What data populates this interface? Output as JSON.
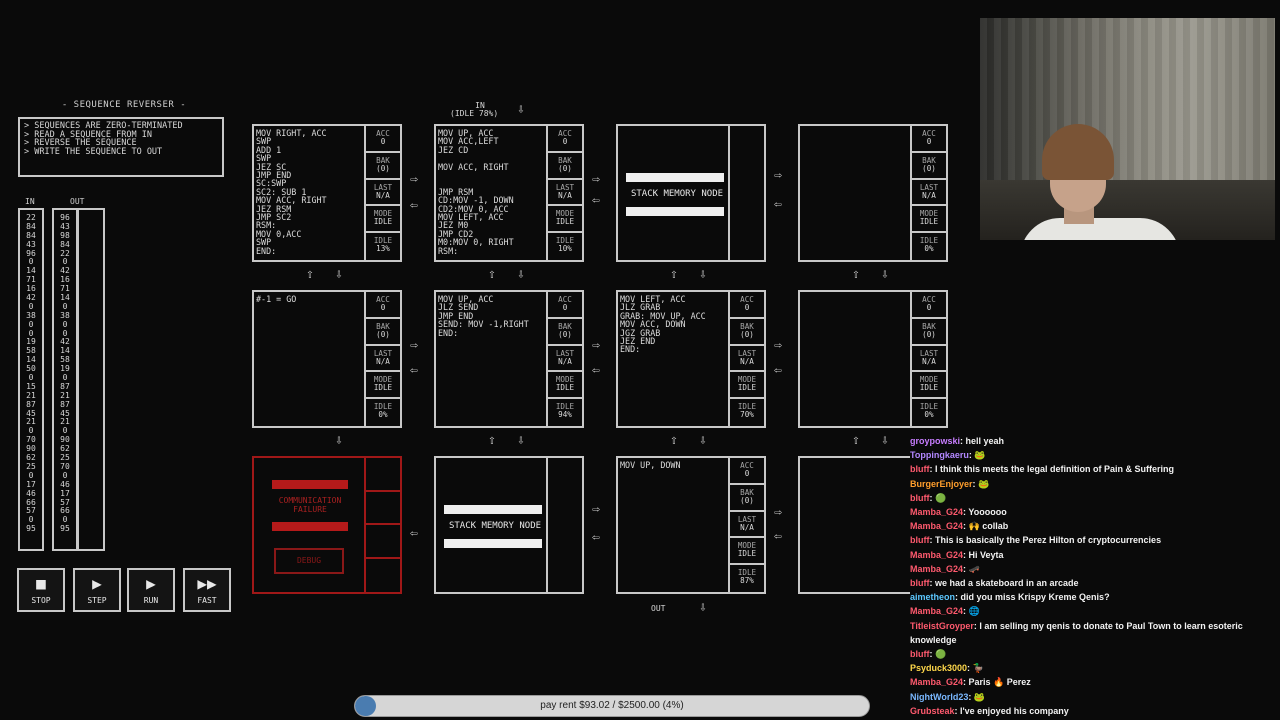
{
  "puzzle": {
    "title": "- SEQUENCE REVERSER -",
    "description": "> SEQUENCES ARE ZERO-TERMINATED\n> READ A SEQUENCE FROM IN\n> REVERSE THE SEQUENCE\n> WRITE THE SEQUENCE TO OUT",
    "in_label": "IN",
    "out_label": "OUT",
    "in_values": [
      "22",
      "84",
      "84",
      "43",
      "96",
      "0",
      "14",
      "71",
      "16",
      "42",
      "0",
      "38",
      "0",
      "0",
      "19",
      "58",
      "14",
      "50",
      "0",
      "15",
      "21",
      "87",
      "45",
      "21",
      "0",
      "70",
      "90",
      "62",
      "25",
      "0",
      "17",
      "46",
      "66",
      "57",
      "0",
      "95"
    ],
    "out_values": [
      "96",
      "43",
      "98",
      "84",
      "22",
      "0",
      "42",
      "16",
      "71",
      "14",
      "0",
      "38",
      "0",
      "0",
      "42",
      "14",
      "58",
      "19",
      "0",
      "87",
      "21",
      "87",
      "45",
      "21",
      "0",
      "90",
      "62",
      "25",
      "70",
      "0",
      "46",
      "17",
      "57",
      "66",
      "0",
      "95"
    ]
  },
  "controls": [
    {
      "label": "STOP",
      "icon": "■"
    },
    {
      "label": "STEP",
      "icon": "▶"
    },
    {
      "label": "RUN",
      "icon": "▶"
    },
    {
      "label": "FAST",
      "icon": "▶▶"
    }
  ],
  "labels": {
    "in_top": "IN",
    "in_top_idle": "(IDLE 78%)",
    "out_bottom": "OUT",
    "stack_memory": "STACK MEMORY NODE",
    "failure": "COMMUNICATION\nFAILURE",
    "debug": "DEBUG",
    "reg_acc": "ACC",
    "reg_bak": "BAK",
    "reg_last": "LAST",
    "reg_mode": "MODE",
    "reg_idle": "IDLE"
  },
  "nodes": {
    "n1": {
      "code": "MOV RIGHT, ACC\nSWP\nADD 1\nSWP\nJEZ SC\nJMP END\nSC:SWP\nSC2: SUB 1\nMOV ACC, RIGHT\nJEZ RSM\nJMP SC2\nRSM:\nMOV 0,ACC\nSWP\nEND:",
      "acc": "0",
      "bak": "(0)",
      "last": "N/A",
      "mode": "IDLE",
      "idle": "13%"
    },
    "n2": {
      "code": "MOV UP, ACC\nMOV ACC,LEFT\nJEZ CD\n\nMOV ACC, RIGHT\n\n\nJMP RSM\nCD:MOV -1, DOWN\nCD2:MOV 0, ACC\nMOV LEFT, ACC\nJEZ M0\nJMP CD2\nM0:MOV 0, RIGHT\nRSM:",
      "acc": "0",
      "bak": "(0)",
      "last": "N/A",
      "mode": "IDLE",
      "idle": "10%"
    },
    "n4": {
      "code": "",
      "acc": "0",
      "bak": "(0)",
      "last": "N/A",
      "mode": "IDLE",
      "idle": "0%"
    },
    "n5": {
      "code": "#-1 = GO",
      "acc": "0",
      "bak": "(0)",
      "last": "N/A",
      "mode": "IDLE",
      "idle": "0%"
    },
    "n6": {
      "code": "MOV UP, ACC\nJLZ SEND\nJMP END\nSEND: MOV -1,RIGHT\nEND:",
      "acc": "0",
      "bak": "(0)",
      "last": "N/A",
      "mode": "IDLE",
      "idle": "94%"
    },
    "n7": {
      "code": "MOV LEFT, ACC\nJLZ GRAB\nGRAB: MOV UP, ACC\nMOV ACC, DOWN\nJGZ GRAB\nJEZ END\nEND:",
      "acc": "0",
      "bak": "(0)",
      "last": "N/A",
      "mode": "IDLE",
      "idle": "70%"
    },
    "n8": {
      "code": "",
      "acc": "0",
      "bak": "(0)",
      "last": "N/A",
      "mode": "IDLE",
      "idle": "0%"
    },
    "n11": {
      "code": "MOV UP, DOWN",
      "acc": "0",
      "bak": "(0)",
      "last": "N/A",
      "mode": "IDLE",
      "idle": "87%"
    }
  },
  "chat": [
    {
      "user": "groypowski",
      "color": "#c77dff",
      "text": "hell yeah"
    },
    {
      "user": "Toppingkaeru",
      "color": "#b388ff",
      "text": "🐸"
    },
    {
      "user": "bluff",
      "color": "#ff5a6e",
      "text": "I think this meets the legal definition of Pain & Suffering"
    },
    {
      "user": "BurgerEnjoyer",
      "color": "#ff9e2c",
      "text": "🐸"
    },
    {
      "user": "bluff",
      "color": "#ff5a6e",
      "text": "🟢"
    },
    {
      "user": "Mamba_G24",
      "color": "#ff5a6e",
      "text": "Yoooooo"
    },
    {
      "user": "Mamba_G24",
      "color": "#ff5a6e",
      "text": "🙌 collab"
    },
    {
      "user": "bluff",
      "color": "#ff5a6e",
      "text": "This is basically the Perez Hilton of cryptocurrencies"
    },
    {
      "user": "Mamba_G24",
      "color": "#ff5a6e",
      "text": "Hi Veyta"
    },
    {
      "user": "Mamba_G24",
      "color": "#ff5a6e",
      "text": "🛹"
    },
    {
      "user": "bluff",
      "color": "#ff5a6e",
      "text": "we had a skateboard in an arcade"
    },
    {
      "user": "aimetheon",
      "color": "#5cc8ff",
      "text": "did you miss Krispy Kreme Qenis?"
    },
    {
      "user": "Mamba_G24",
      "color": "#ff5a6e",
      "text": "🌐"
    },
    {
      "user": "TitleistGroyper",
      "color": "#ff5a6e",
      "text": "I am selling my qenis to donate to Paul Town to learn esoteric knowledge"
    },
    {
      "user": "bluff",
      "color": "#ff5a6e",
      "text": "🟢"
    },
    {
      "user": "Psyduck3000",
      "color": "#ffd84a",
      "text": "🦆"
    },
    {
      "user": "Mamba_G24",
      "color": "#ff5a6e",
      "text": "Paris 🔥 Perez"
    },
    {
      "user": "NightWorld23",
      "color": "#7ab8ff",
      "text": "🐸"
    },
    {
      "user": "Grubsteak",
      "color": "#ff5a6e",
      "text": "I've enjoyed his company"
    }
  ],
  "goal": {
    "text": "pay rent $93.02 / $2500.00 (4%)",
    "progress": 0.04
  }
}
